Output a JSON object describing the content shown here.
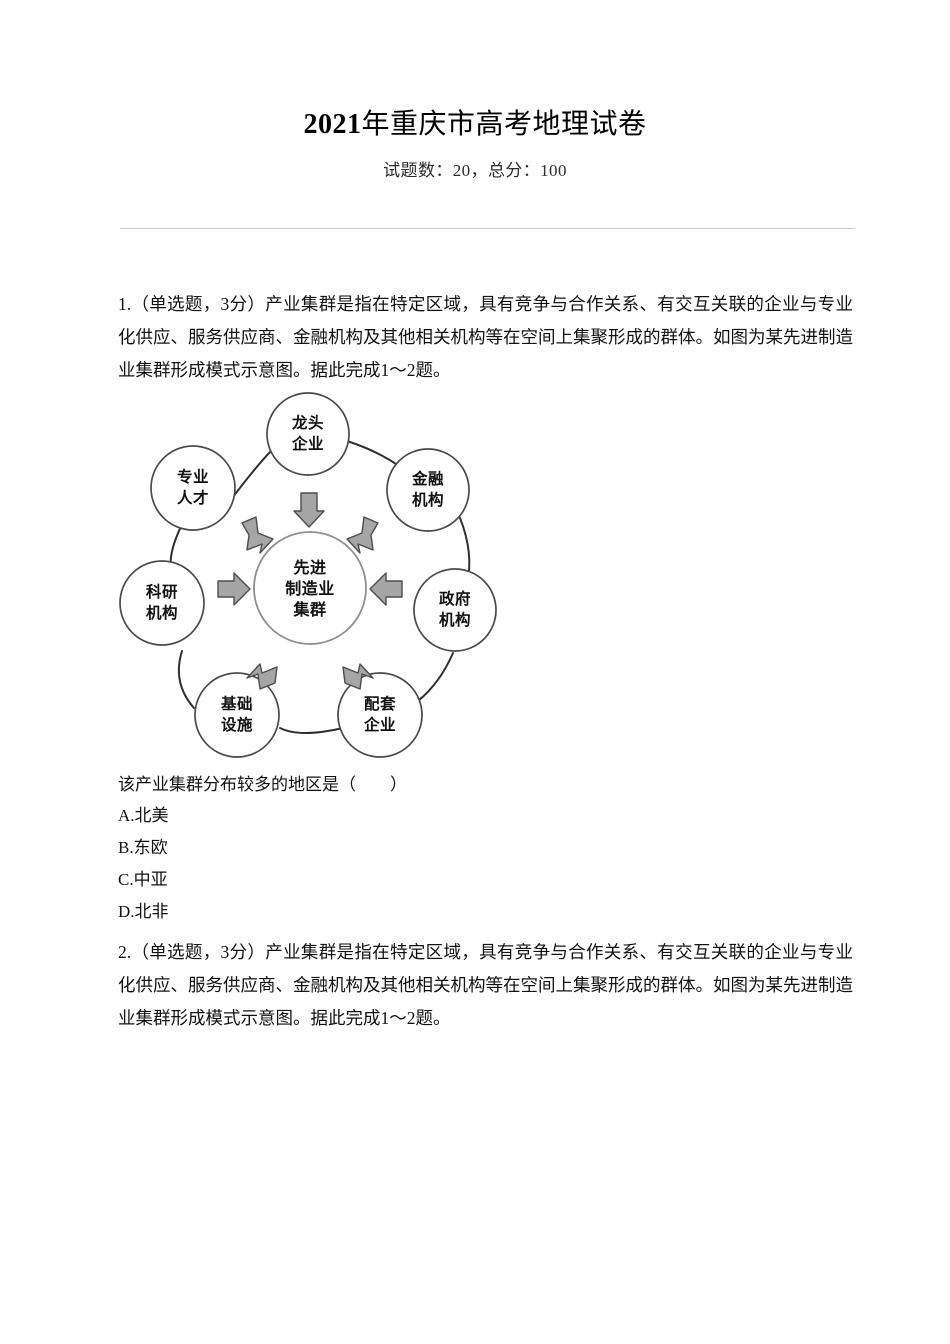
{
  "header": {
    "title_year": "2021",
    "title_text": "年重庆市高考地理试卷",
    "subtitle": "试题数：20，总分：100"
  },
  "questions": [
    {
      "number": "1.",
      "meta": "（单选题，3分）",
      "stem": "产业集群是指在特定区域，具有竞争与合作关系、有交互关联的企业与专业化供应、服务供应商、金融机构及其他相关机构等在空间上集聚形成的群体。如图为某先进制造业集群形成模式示意图。据此完成1～2题。",
      "sub_stem": "该产业集群分布较多的地区是（　　）",
      "options": [
        {
          "key": "A.",
          "text": "北美"
        },
        {
          "key": "B.",
          "text": "东欧"
        },
        {
          "key": "C.",
          "text": "中亚"
        },
        {
          "key": "D.",
          "text": "北非"
        }
      ]
    },
    {
      "number": "2.",
      "meta": "（单选题，3分）",
      "stem": "产业集群是指在特定区域，具有竞争与合作关系、有交互关联的企业与专业化供应、服务供应商、金融机构及其他相关机构等在空间上集聚形成的群体。如图为某先进制造业集群形成模式示意图。据此完成1～2题。"
    }
  ],
  "figure": {
    "center_line1": "先进",
    "center_line2": "制造业",
    "center_line3": "集群",
    "nodes": [
      {
        "id": "leading-enterprise",
        "line1": "龙头",
        "line2": "企业"
      },
      {
        "id": "financial-institution",
        "line1": "金融",
        "line2": "机构"
      },
      {
        "id": "government-agency",
        "line1": "政府",
        "line2": "机构"
      },
      {
        "id": "supporting-enterprise",
        "line1": "配套",
        "line2": "企业"
      },
      {
        "id": "infrastructure",
        "line1": "基础",
        "line2": "设施"
      },
      {
        "id": "research-institution",
        "line1": "科研",
        "line2": "机构"
      },
      {
        "id": "professional-talent",
        "line1": "专业",
        "line2": "人才"
      }
    ]
  },
  "colors": {
    "text": "#111111",
    "rule": "#c8c8c8",
    "node_stroke": "#4a4a4a",
    "arrow_fill": "#a6a6a6",
    "arrow_stroke": "#4d4d4d"
  }
}
